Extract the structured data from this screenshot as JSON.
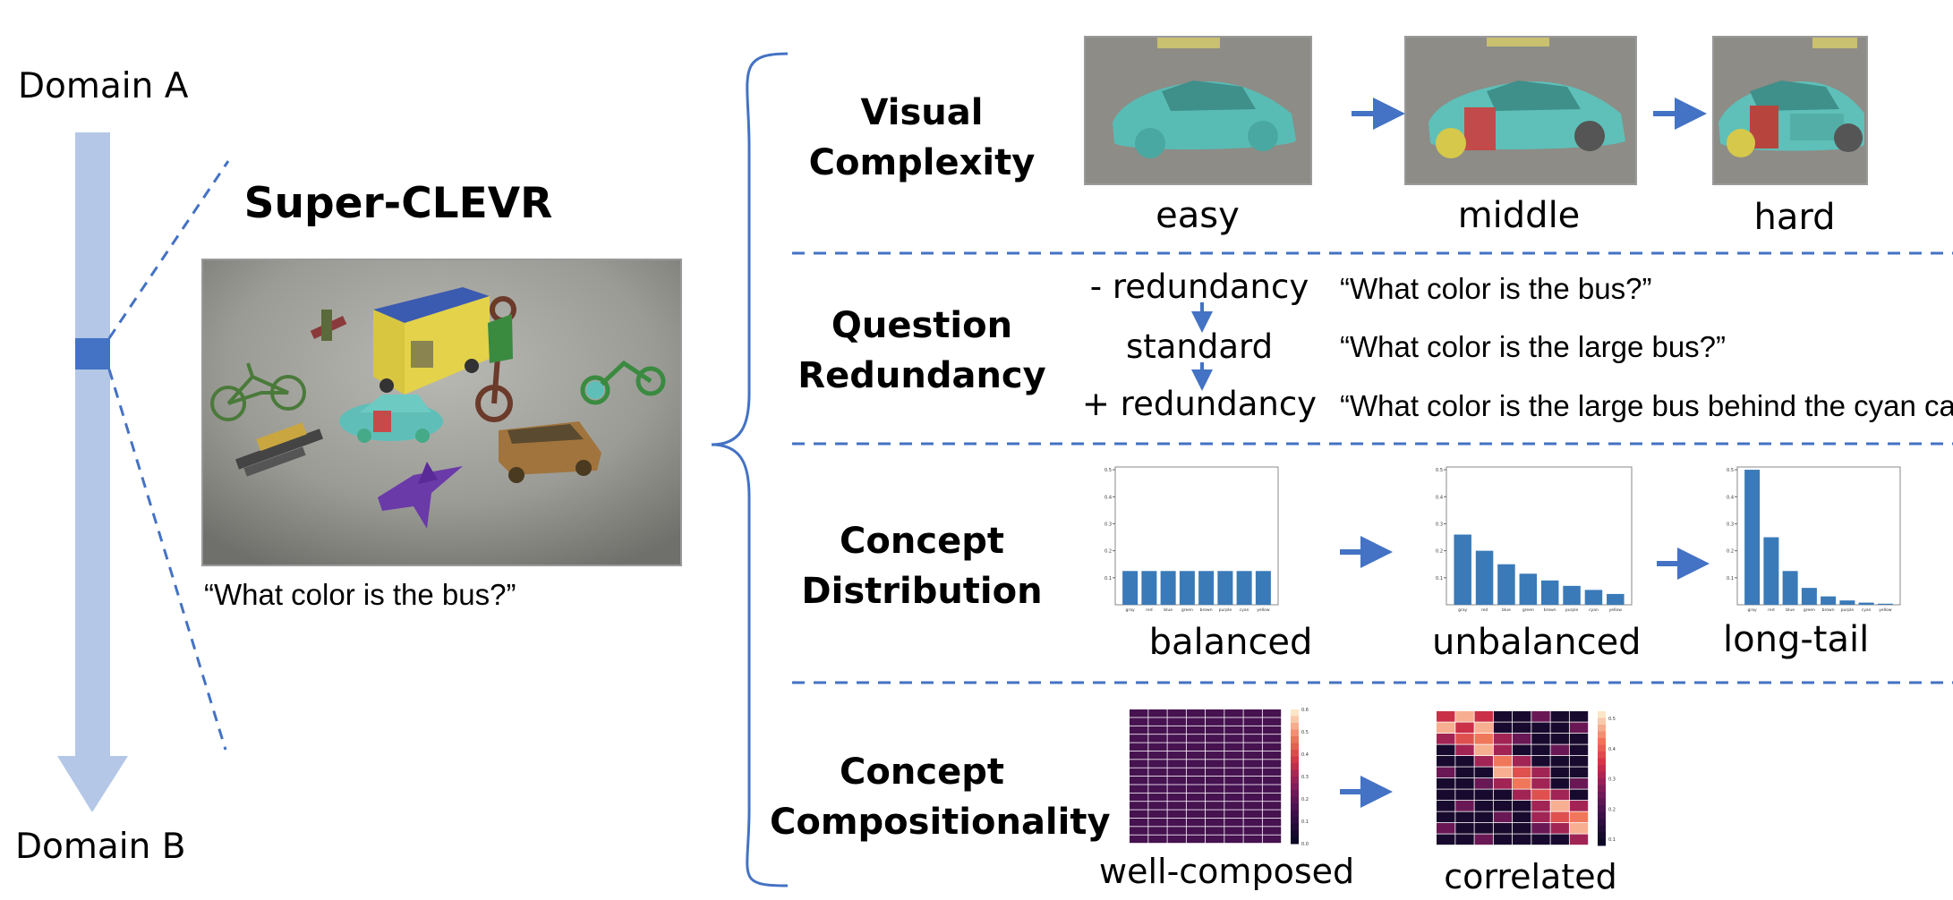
{
  "domain_axis": {
    "top_label": "Domain A",
    "bottom_label": "Domain B"
  },
  "dataset": {
    "title": "Super-CLEVR",
    "question": "“What color is the bus?”"
  },
  "rows": {
    "visual_complexity": {
      "title_line1": "Visual",
      "title_line2": "Complexity",
      "levels": [
        "easy",
        "middle",
        "hard"
      ]
    },
    "question_redundancy": {
      "title_line1": "Question",
      "title_line2": "Redundancy",
      "levels": [
        "- redundancy",
        "standard",
        "+ redundancy"
      ],
      "questions": [
        "“What color is the bus?”",
        "“What color is the large bus?”",
        "“What color is the large bus behind the cyan car?”"
      ]
    },
    "concept_distribution": {
      "title_line1": "Concept",
      "title_line2": "Distribution",
      "levels": [
        "balanced",
        "unbalanced",
        "long-tail"
      ]
    },
    "concept_compositionality": {
      "title_line1": "Concept",
      "title_line2": "Compositionality",
      "levels": [
        "well-composed",
        "correlated"
      ]
    }
  },
  "colors": {
    "accent_blue": "#4472c4",
    "axis_light_blue": "#b4c7e7",
    "bar_blue": "#3a7ab8",
    "car_cyan": "#5fbfb8"
  },
  "chart_data": [
    {
      "type": "bar",
      "categories": [
        "gray",
        "red",
        "blue",
        "green",
        "brown",
        "purple",
        "cyan",
        "yellow"
      ],
      "values": [
        0.125,
        0.125,
        0.125,
        0.125,
        0.125,
        0.125,
        0.125,
        0.125
      ],
      "ylim": [
        0,
        0.5
      ],
      "yticks": [
        "0.1",
        "0.2",
        "0.3",
        "0.4",
        "0.5"
      ]
    },
    {
      "type": "bar",
      "categories": [
        "gray",
        "red",
        "blue",
        "green",
        "brown",
        "purple",
        "cyan",
        "yellow"
      ],
      "values": [
        0.26,
        0.2,
        0.15,
        0.115,
        0.09,
        0.07,
        0.055,
        0.04
      ],
      "ylim": [
        0,
        0.5
      ],
      "yticks": [
        "0.1",
        "0.2",
        "0.3",
        "0.4",
        "0.5"
      ]
    },
    {
      "type": "bar",
      "categories": [
        "gray",
        "red",
        "blue",
        "green",
        "brown",
        "purple",
        "cyan",
        "yellow"
      ],
      "values": [
        0.5,
        0.25,
        0.125,
        0.0625,
        0.031,
        0.016,
        0.008,
        0.004
      ],
      "ylim": [
        0,
        0.5
      ],
      "yticks": [
        "0.1",
        "0.2",
        "0.3",
        "0.4",
        "0.5"
      ]
    },
    {
      "type": "heatmap",
      "colorbar_ticks": [
        "0.6",
        "0.5",
        "0.4",
        "0.3",
        "0.2",
        "0.1",
        "0.0"
      ]
    },
    {
      "type": "heatmap",
      "colorbar_ticks": [
        "0.5",
        "0.4",
        "0.3",
        "0.2",
        "0.1"
      ]
    }
  ]
}
